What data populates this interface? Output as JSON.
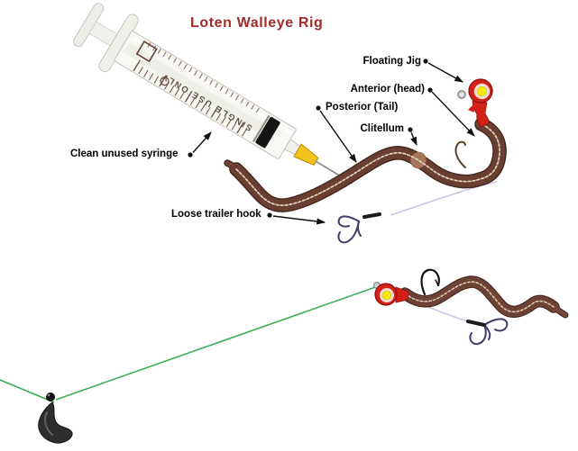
{
  "title": "Loten Walleye Rig",
  "annotations": {
    "clean_syringe": "Clean unused syringe",
    "floating_jig": "Floating Jig",
    "anterior": "Anterior (head)",
    "posterior": "Posterior (Tail)",
    "clitellum": "Clitellum",
    "trailer_hook": "Loose trailer hook"
  },
  "syringe_print": "SINGLE USE ONLY",
  "colors": {
    "title_red": "#a32b2b",
    "label_black": "#000000",
    "jig_red": "#d32118",
    "jig_eye_yellow": "#f4ea05",
    "jig_eye_ring": "#f3ddd2",
    "worm_brown": "#6f4335",
    "worm_outline": "#46281f",
    "clitellum_tan": "#a8775b",
    "fishing_line_green": "#3caf52",
    "trailer_line_lavender": "#c6c0e8",
    "treble_hook_blue": "#403e6a",
    "needle_hub_yellow": "#f4c31c",
    "sinker_black": "#2e2e2e"
  }
}
